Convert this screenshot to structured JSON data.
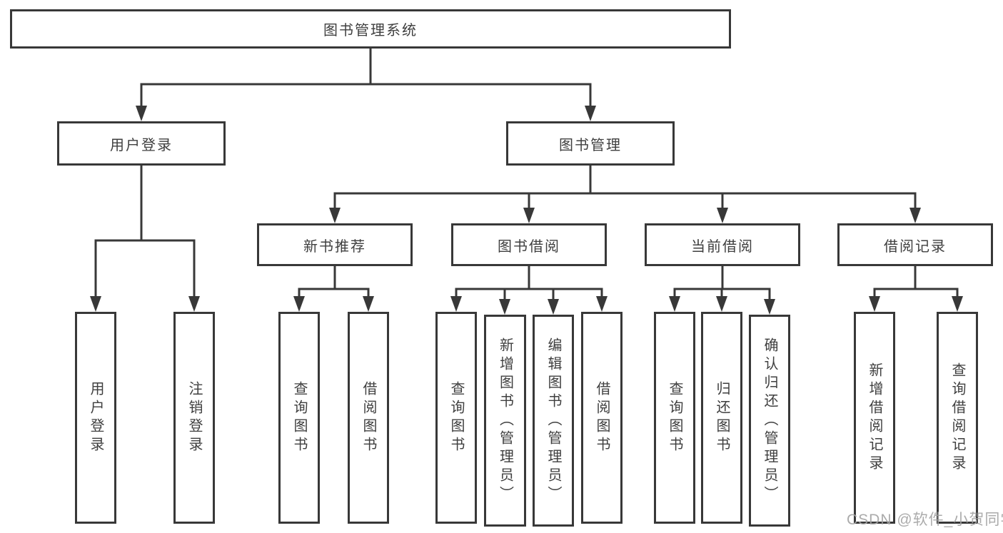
{
  "tree": {
    "root": {
      "label": "图书管理系统"
    },
    "branches": [
      {
        "label": "用户登录",
        "children": [
          {
            "label": "用户登录"
          },
          {
            "label": "注销登录"
          }
        ]
      },
      {
        "label": "图书管理",
        "children": [
          {
            "label": "新书推荐",
            "children": [
              {
                "label": "查询图书"
              },
              {
                "label": "借阅图书"
              }
            ]
          },
          {
            "label": "图书借阅",
            "children": [
              {
                "label": "查询图书"
              },
              {
                "label": "新增图书（管理员）"
              },
              {
                "label": "编辑图书（管理员）"
              },
              {
                "label": "借阅图书"
              }
            ]
          },
          {
            "label": "当前借阅",
            "children": [
              {
                "label": "查询图书"
              },
              {
                "label": "归还图书"
              },
              {
                "label": "确认归还（管理员）"
              }
            ]
          },
          {
            "label": "借阅记录",
            "children": [
              {
                "label": "新增借阅记录"
              },
              {
                "label": "查询借阅记录"
              }
            ]
          }
        ]
      }
    ]
  },
  "watermark": {
    "text": "CSDN @软件_小贺同学"
  },
  "colors": {
    "line": "#383838",
    "text": "#3f3f3f",
    "background": "#ffffff",
    "watermark": "#a3a3a3"
  }
}
